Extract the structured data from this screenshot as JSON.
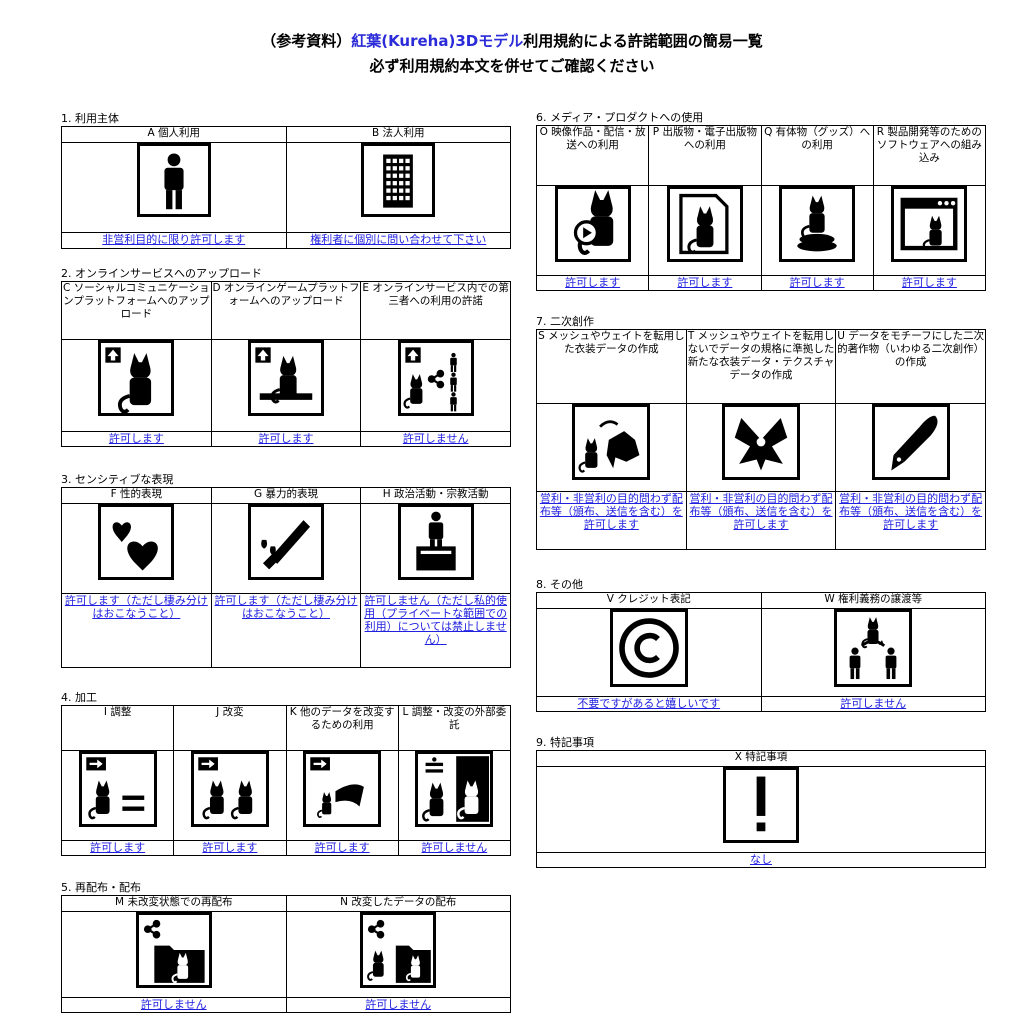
{
  "title": {
    "line1_prefix": "（参考資料）",
    "line1_highlight": "紅葉(Kureha)3Dモデル",
    "line1_suffix": "利用規約による許諾範囲の簡易一覧",
    "line2": "必ず利用規約本文を併せてご確認ください"
  },
  "colors": {
    "link": "#2020e0",
    "title_highlight": "#2b2bd9"
  },
  "sections": [
    {
      "heading": "1. 利用主体",
      "items": [
        {
          "label": "A 個人利用",
          "icon": "person-icon",
          "result": "非営利目的に限り許可します"
        },
        {
          "label": "B 法人利用",
          "icon": "building-icon",
          "result": "権利者に個別に問い合わせて下さい"
        }
      ]
    },
    {
      "heading": "2. オンラインサービスへのアップロード",
      "items": [
        {
          "label": "C ソーシャルコミュニケーションプラットフォームへのアップロード",
          "icon": "upload-cat-icon",
          "result": "許可します"
        },
        {
          "label": "D オンラインゲームプラットフォームへのアップロード",
          "icon": "upload-game-icon",
          "result": "許可します"
        },
        {
          "label": "E オンラインサービス内での第三者への利用の許諾",
          "icon": "upload-share-icon",
          "result": "許可しません"
        }
      ]
    },
    {
      "heading": "3. センシティブな表現",
      "items": [
        {
          "label": "F 性的表現",
          "icon": "hearts-icon",
          "result": "許可します（ただし棲み分けはおこなうこと）"
        },
        {
          "label": "G 暴力的表現",
          "icon": "knife-icon",
          "result": "許可します（ただし棲み分けはおこなうこと）"
        },
        {
          "label": "H 政治活動・宗教活動",
          "icon": "podium-icon",
          "result": "許可しません（ただし私的使用（プライベートな範囲での利用）については禁止しません）"
        }
      ]
    },
    {
      "heading": "4. 加工",
      "items": [
        {
          "label": "I 調整",
          "icon": "adjust-icon",
          "result": "許可します"
        },
        {
          "label": "J 改変",
          "icon": "modify-icon",
          "result": "許可します"
        },
        {
          "label": "K 他のデータを改変するための利用",
          "icon": "reuse-icon",
          "result": "許可します"
        },
        {
          "label": "L 調整・改変の外部委託",
          "icon": "outsource-icon",
          "result": "許可しません"
        }
      ]
    },
    {
      "heading": "5. 再配布・配布",
      "items": [
        {
          "label": "M 未改変状態での再配布",
          "icon": "share-folder-icon",
          "result": "許可しません"
        },
        {
          "label": "N 改変したデータの配布",
          "icon": "share-modified-icon",
          "result": "許可しません"
        }
      ]
    },
    {
      "heading": "6. メディア・プロダクトへの使用",
      "items": [
        {
          "label": "O 映像作品・配信・放送への利用",
          "icon": "video-icon",
          "result": "許可します"
        },
        {
          "label": "P 出版物・電子出版物への利用",
          "icon": "publication-icon",
          "result": "許可します"
        },
        {
          "label": "Q 有体物（グッズ）への利用",
          "icon": "figure-icon",
          "result": "許可します"
        },
        {
          "label": "R 製品開発等のためのソフトウェアへの組み込み",
          "icon": "software-icon",
          "result": "許可します"
        }
      ]
    },
    {
      "heading": "7. 二次創作",
      "items": [
        {
          "label": "S メッシュやウェイトを転用した衣装データの作成",
          "icon": "mesh-transfer-icon",
          "result": "営利・非営利の目的問わず配布等（頒布、送信を含む）を許可します"
        },
        {
          "label": "T メッシュやウェイトを転用しないでデータの規格に準拠した新たな衣装データ・テクスチャデータの作成",
          "icon": "ribbon-icon",
          "result": "営利・非営利の目的問わず配布等（頒布、送信を含む）を許可します"
        },
        {
          "label": "U データをモチーフにした二次的著作物（いわゆる二次創作）の作成",
          "icon": "pen-icon",
          "result": "営利・非営利の目的問わず配布等（頒布、送信を含む）を許可します"
        }
      ]
    },
    {
      "heading": "8. その他",
      "items": [
        {
          "label": "V クレジット表記",
          "icon": "copyright-icon",
          "result": "不要ですがあると嬉しいです"
        },
        {
          "label": "W 権利義務の譲渡等",
          "icon": "transfer-icon",
          "result": "許可しません"
        }
      ]
    },
    {
      "heading": "9. 特記事項",
      "items": [
        {
          "label": "X 特記事項",
          "icon": "exclamation-icon",
          "result": "なし"
        }
      ]
    }
  ]
}
